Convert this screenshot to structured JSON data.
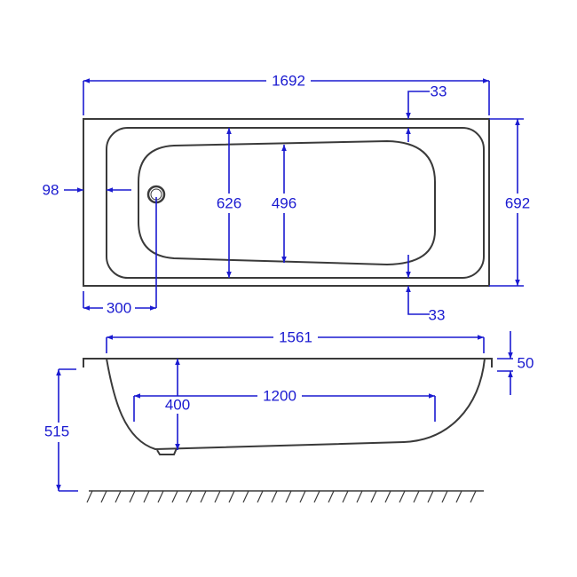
{
  "dimensions": {
    "overall_length": "1692",
    "overall_width": "692",
    "rim_top": "33",
    "rim_bottom": "33",
    "rim_end": "98",
    "drain_offset": "300",
    "inner_width": "626",
    "basin_width": "496",
    "top_length": "1561",
    "rim_thickness": "50",
    "depth": "400",
    "floor_length": "1200",
    "height": "515"
  },
  "colors": {
    "dimension": "#1a1ad0",
    "outline": "#3a3a3a"
  }
}
